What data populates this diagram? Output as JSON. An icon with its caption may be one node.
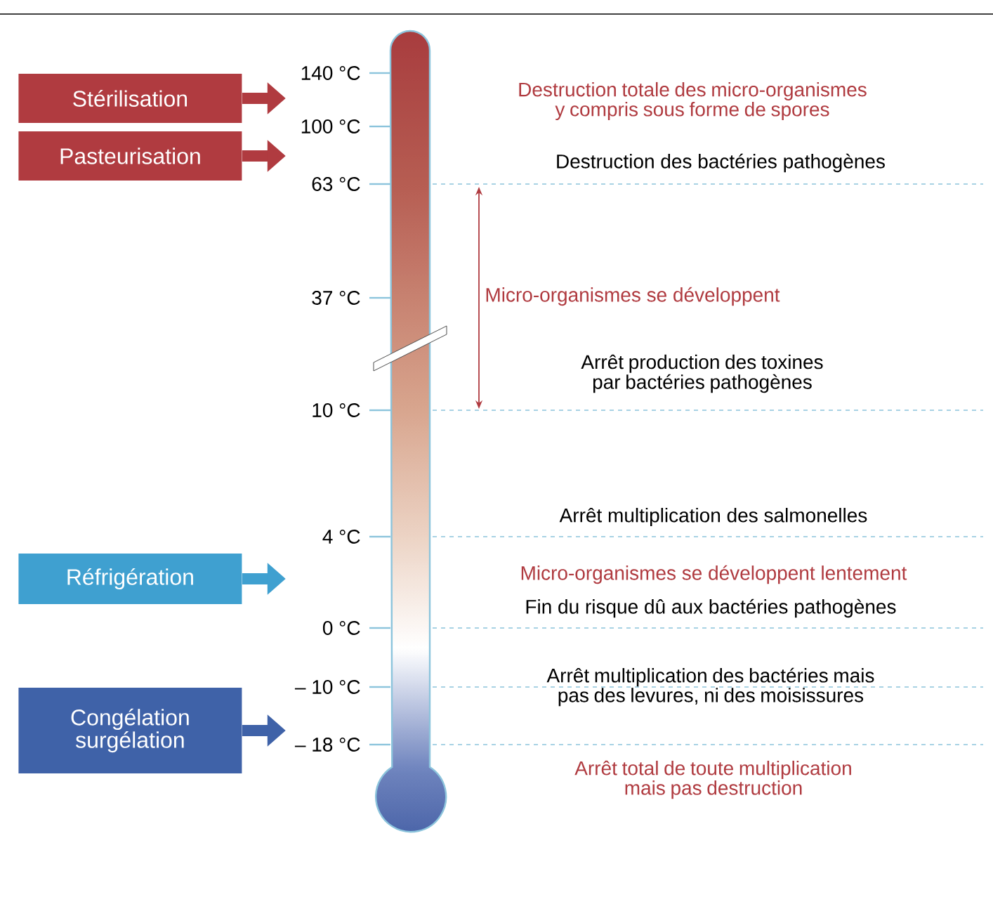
{
  "diagram": {
    "nodes": [
      {
        "text": [
          "Stérilisation"
        ]
      },
      {
        "text": [
          "Pasteurisation"
        ]
      },
      {
        "text": [
          "Réfrigération"
        ]
      },
      {
        "text": [
          "Congélation surgélation"
        ]
      }
    ],
    "edges": [
      {
        "from": 0,
        "to": null,
        "arrow": "to",
        "color": "#b03b40"
      },
      {
        "from": 1,
        "to": null,
        "arrow": "to",
        "color": "#b03b40"
      },
      {
        "from": 2,
        "to": null,
        "arrow": "to",
        "color": "#3fa0d0"
      },
      {
        "from": 3,
        "to": null,
        "arrow": "to",
        "color": "#3f62a8"
      }
    ],
    "labels": [
      "140 °C",
      "Destruction totale des micro-organismes y compris sous forme de spores",
      "100 °C",
      "Destruction des bactéries pathogènes",
      "63 °C",
      "37 °C",
      "Micro-organismes se développent",
      "Arrêt production des toxines par bactéries pathogènes",
      "10 °C",
      "Arrêt multiplication des salmonelles",
      "4 °C",
      "Micro-organismes se développent lentement",
      "Fin du risque dû aux bactéries pathogènes",
      "0 °C",
      "Arrêt multiplication des bactéries mais pas des levures, ni des moisissures",
      "– 10 °C",
      "– 18 °C",
      "Arrêt total de toute multiplication mais pas destruction"
    ]
  }
}
